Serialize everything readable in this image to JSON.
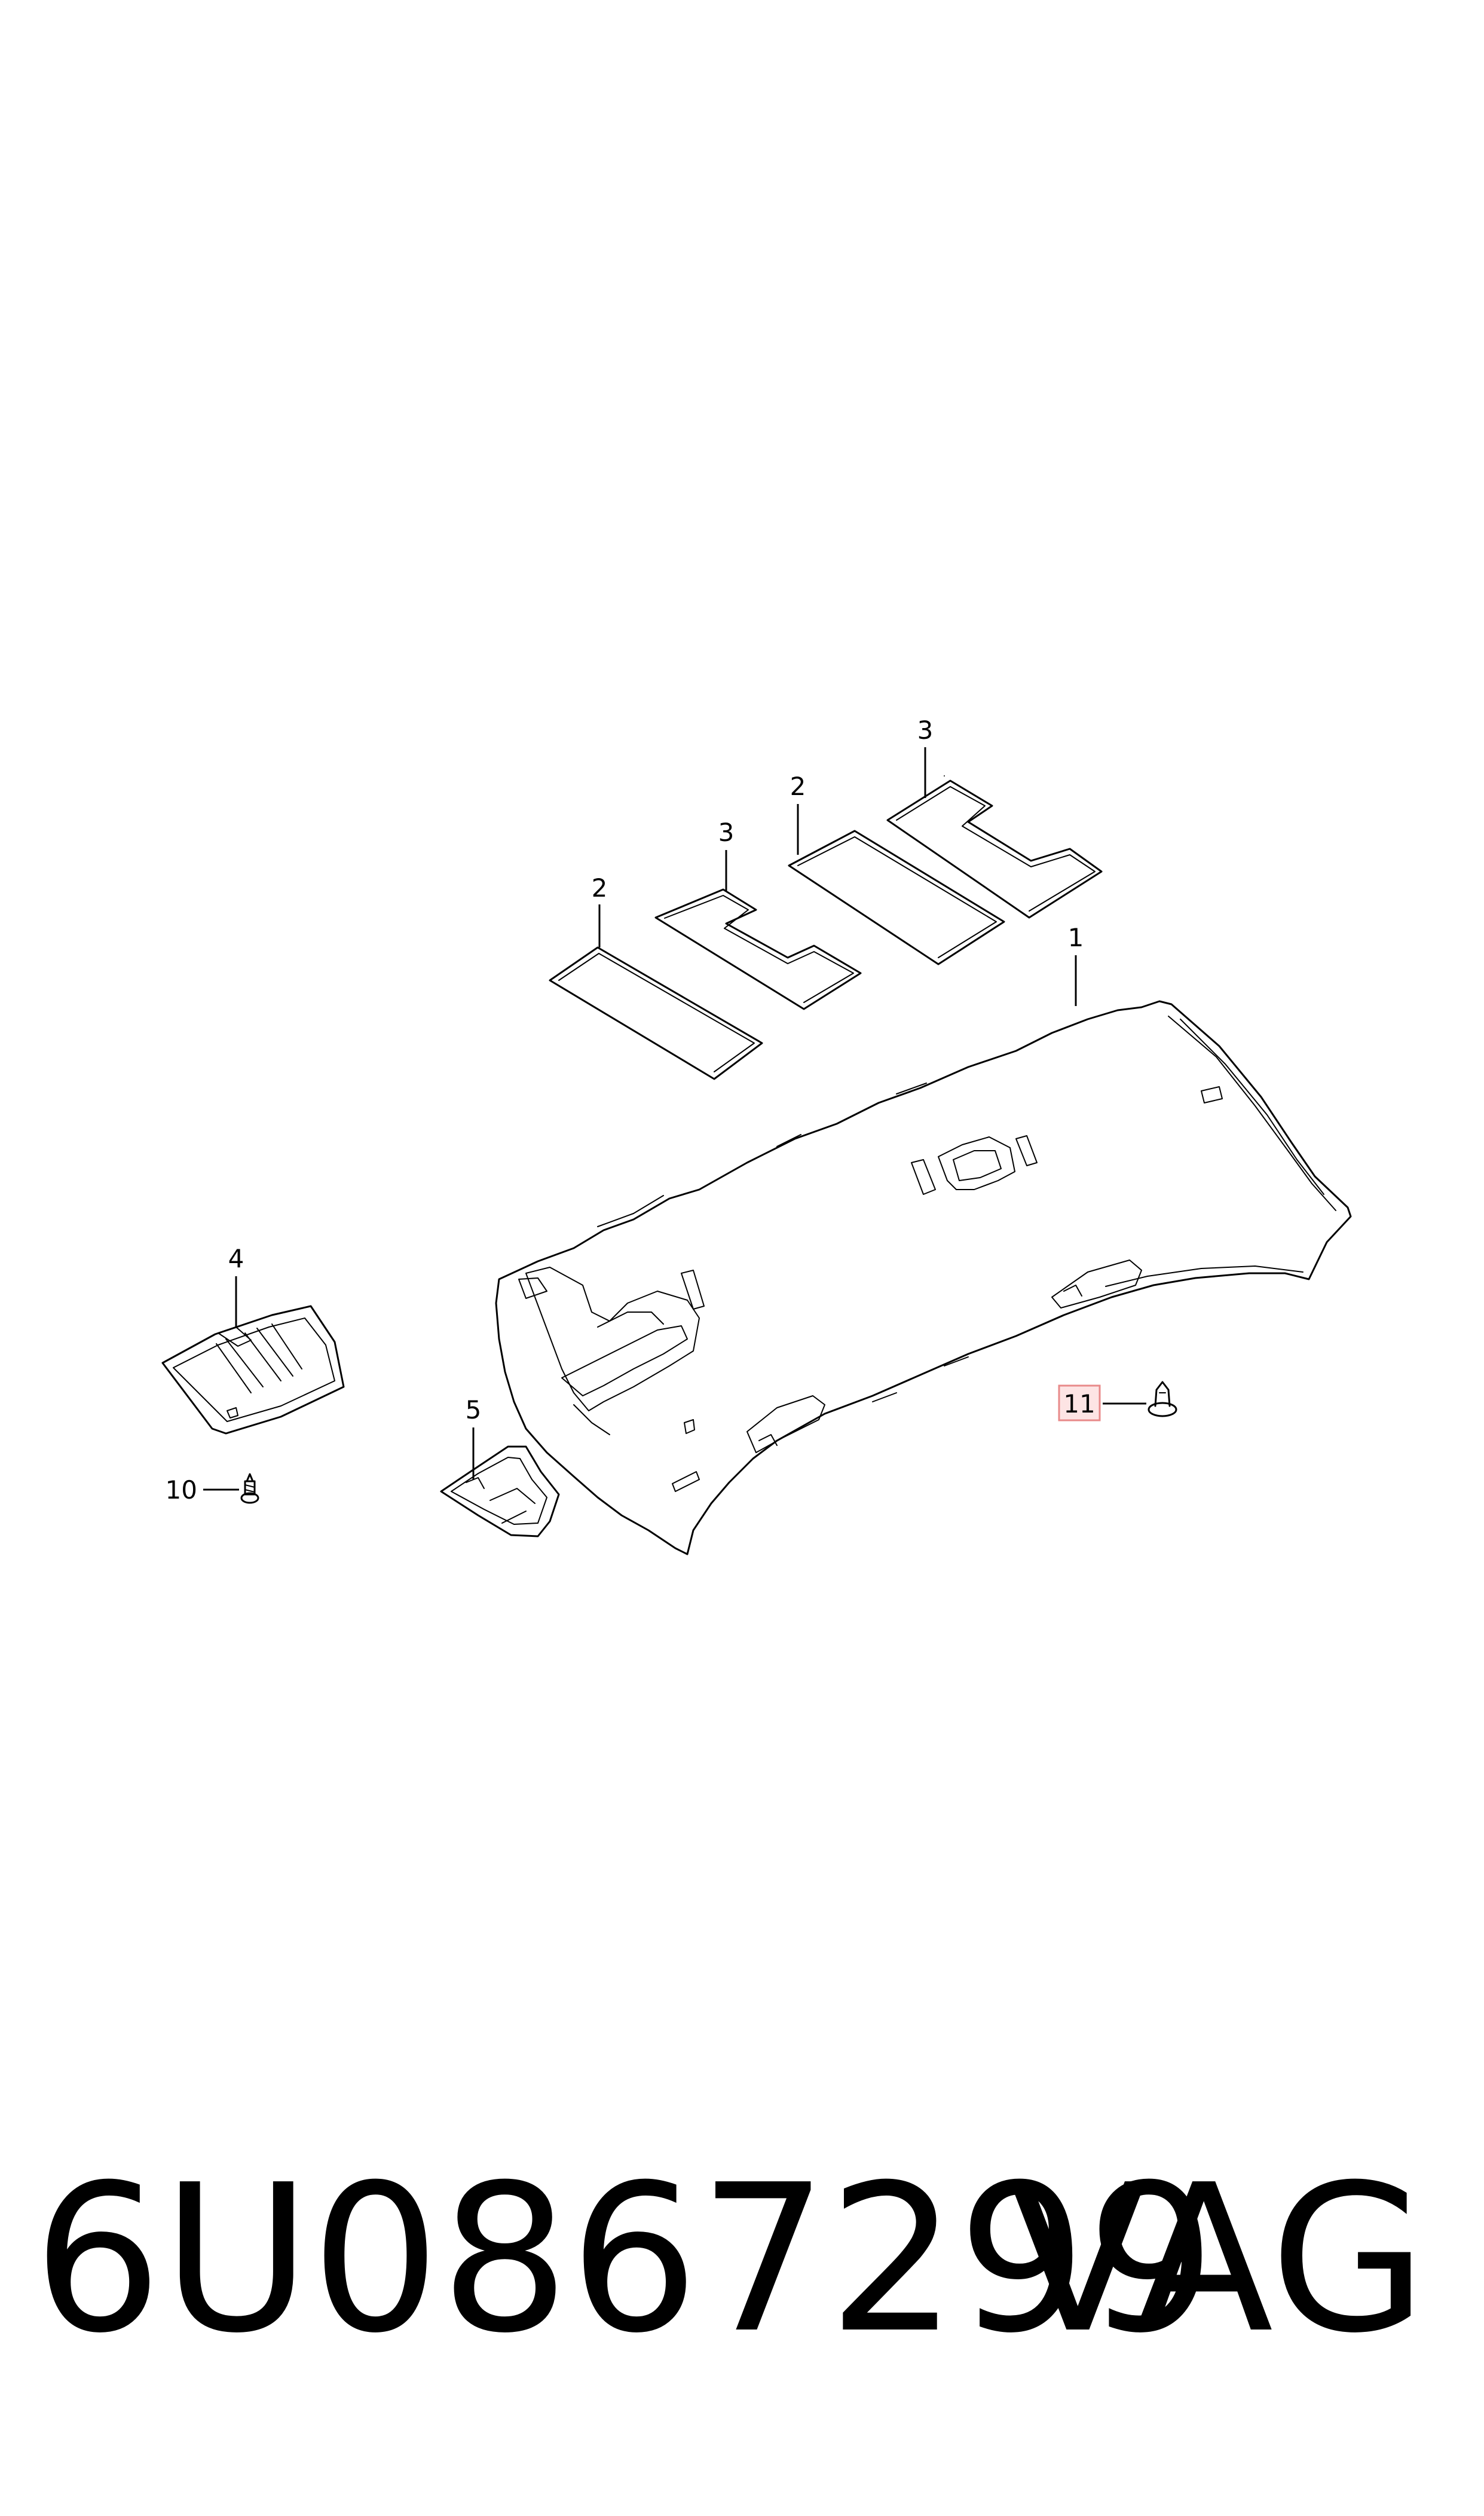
{
  "callouts": {
    "c1": "1",
    "c2a": "2",
    "c3a": "3",
    "c2b": "2",
    "c3b": "3",
    "c4": "4",
    "c5": "5",
    "c10": "10",
    "c11": "11"
  },
  "footer": {
    "part_number": "6U0867299",
    "brand": "VAG"
  },
  "colors": {
    "line": "#000000",
    "highlight_fill": "#fde4e4",
    "highlight_border": "#e88a8a",
    "background": "#ffffff"
  }
}
